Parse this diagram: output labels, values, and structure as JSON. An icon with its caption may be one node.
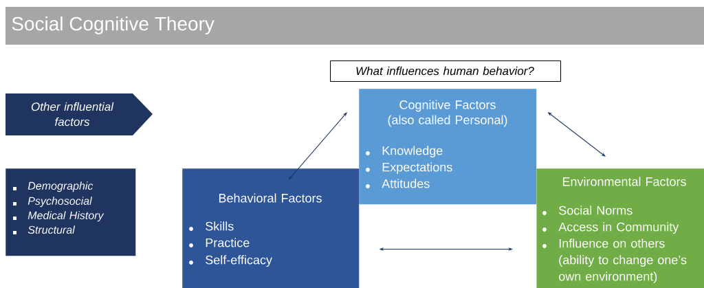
{
  "diagram": {
    "title": "Social Cognitive Theory",
    "nodes": [
      {
        "text": [
          "What influences human behavior?"
        ]
      },
      {
        "text": [
          "Other influential factors"
        ]
      },
      {
        "text": [
          "Demographic",
          "Psychosocial",
          "Medical History",
          "Structural"
        ]
      },
      {
        "text": [
          "Cognitive Factors (also called Personal)",
          "Knowledge",
          "Expectations",
          "Attitudes"
        ]
      },
      {
        "text": [
          "Behavioral Factors",
          "Skills",
          "Practice",
          "Self-efficacy"
        ]
      },
      {
        "text": [
          "Environmental Factors",
          "Social Norms",
          "Access in Community",
          "Influence on others (ability to change one’s own environment)"
        ]
      }
    ],
    "edges": [
      {
        "from": 4,
        "to": 3,
        "arrow": "both"
      },
      {
        "from": 3,
        "to": 5,
        "arrow": "both"
      },
      {
        "from": 4,
        "to": 5,
        "arrow": "both"
      }
    ]
  }
}
